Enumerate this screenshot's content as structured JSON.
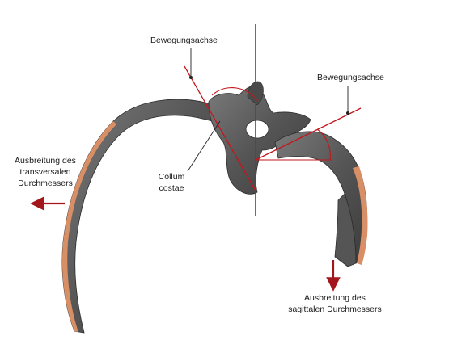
{
  "labels": {
    "axis_left": "Bewegungsachse",
    "axis_right": "Bewegungsachse",
    "collum_line1": "Collum",
    "collum_line2": "costae",
    "transversal_line1": "Ausbreitung des",
    "transversal_line2": "transversalen",
    "transversal_line3": "Durchmessers",
    "sagittal_line1": "Ausbreitung des",
    "sagittal_line2": "sagittalen Durchmessers"
  },
  "colors": {
    "bone": "#5a5a5a",
    "bone_dark": "#3e3e3e",
    "bone_light": "#8a8a8a",
    "cartilage": "#d98f66",
    "axis_line": "#c4161c",
    "arrow": "#a3171c",
    "leader": "#222222"
  }
}
